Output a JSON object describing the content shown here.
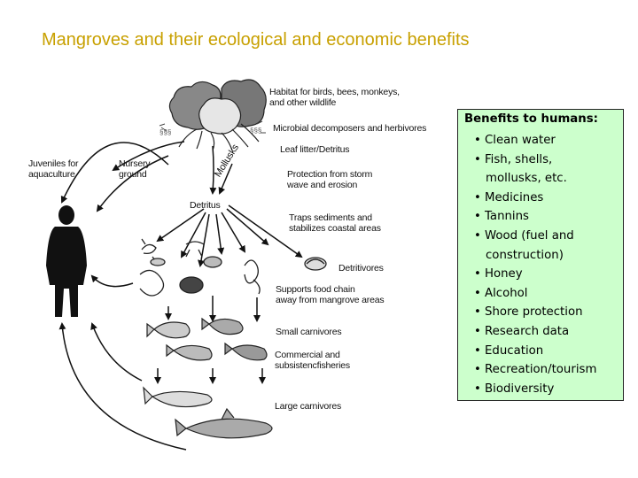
{
  "title": "Mangroves and their ecological and economic benefits",
  "diagram": {
    "labels": {
      "habitat": [
        "Habitat for birds, bees, monkeys,",
        "and other wildlife"
      ],
      "microbial": "Microbial decomposers and herbivores",
      "leaf_litter": "Leaf litter/Detritus",
      "juveniles": [
        "Juveniles for",
        "aquaculture"
      ],
      "nursery": [
        "Nursery",
        "ground"
      ],
      "mollusks": "Mollusks",
      "protection": [
        "Protection from storm",
        "wave and erosion"
      ],
      "detritus": "Detritus",
      "traps": [
        "Traps sediments and",
        "stabilizes coastal areas"
      ],
      "detritivores": "Detritivores",
      "supports": [
        "Supports food chain",
        "away from mangrove areas"
      ],
      "small_carnivores": "Small carnivores",
      "fisheries": [
        "Commercial and",
        "subsistencfisheries"
      ],
      "large_carnivores": "Large carnivores"
    }
  },
  "benefits": {
    "heading": "Benefits to humans:",
    "bullet": "•",
    "items": [
      [
        "Clean water"
      ],
      [
        "Fish, shells,",
        "mollusks, etc."
      ],
      [
        "Medicines"
      ],
      [
        "Tannins"
      ],
      [
        "Wood (fuel and",
        "construction)"
      ],
      [
        "Honey"
      ],
      [
        "Alcohol"
      ],
      [
        "Shore protection"
      ],
      [
        "Research data"
      ],
      [
        "Education"
      ],
      [
        "Recreation/tourism"
      ],
      [
        "Biodiversity"
      ]
    ]
  },
  "colors": {
    "title": "#c8a000",
    "panel": "#ccffcc"
  }
}
